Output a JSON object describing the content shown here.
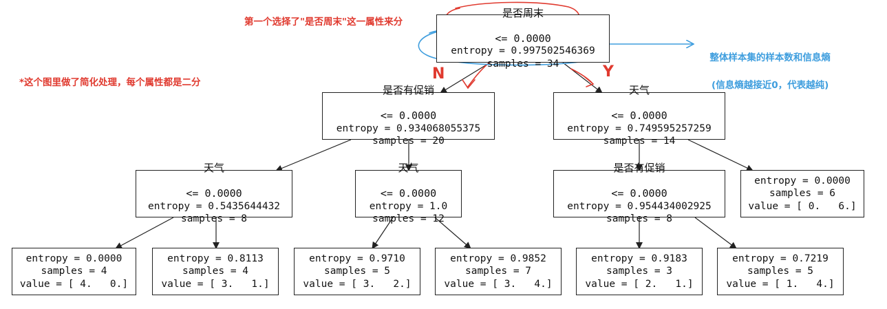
{
  "tree": {
    "root": {
      "feature": "是否周末",
      "threshold": "<= 0.0000",
      "entropy": "entropy = 0.997502546369",
      "samples": "samples = 34"
    },
    "l1_left": {
      "feature": "是否有促销",
      "threshold": "<= 0.0000",
      "entropy": "entropy = 0.934068055375",
      "samples": "samples = 20"
    },
    "l1_right": {
      "feature": "天气",
      "threshold": "<= 0.0000",
      "entropy": "entropy = 0.749595257259",
      "samples": "samples = 14"
    },
    "l2_a": {
      "feature": "天气",
      "threshold": "<= 0.0000",
      "entropy": "entropy = 0.5435644432",
      "samples": "samples = 8"
    },
    "l2_b": {
      "feature": "天气",
      "threshold": "<= 0.0000",
      "entropy": "entropy = 1.0",
      "samples": "samples = 12"
    },
    "l2_c": {
      "feature": "是否有促销",
      "threshold": "<= 0.0000",
      "entropy": "entropy = 0.954434002925",
      "samples": "samples = 8"
    },
    "l2_d": {
      "entropy": "entropy = 0.0000",
      "samples": "samples = 6",
      "value": "value = [ 0.   6.]"
    },
    "leaf1": {
      "entropy": "entropy = 0.0000",
      "samples": "samples = 4",
      "value": "value = [ 4.   0.]"
    },
    "leaf2": {
      "entropy": "entropy = 0.8113",
      "samples": "samples = 4",
      "value": "value = [ 3.   1.]"
    },
    "leaf3": {
      "entropy": "entropy = 0.9710",
      "samples": "samples = 5",
      "value": "value = [ 3.   2.]"
    },
    "leaf4": {
      "entropy": "entropy = 0.9852",
      "samples": "samples = 7",
      "value": "value = [ 3.   4.]"
    },
    "leaf5": {
      "entropy": "entropy = 0.9183",
      "samples": "samples = 3",
      "value": "value = [ 2.   1.]"
    },
    "leaf6": {
      "entropy": "entropy = 0.7219",
      "samples": "samples = 5",
      "value": "value = [ 1.   4.]"
    }
  },
  "annotations": {
    "first_split": "第一个选择了\"是否周末\"这一属性来分",
    "simplified": "*这个图里做了简化处理，每个属性都是二分",
    "entropy_line1": "整体样本集的样本数和信息熵",
    "entropy_line2": "(信息熵越接近0，代表越纯)",
    "branch_n": "N",
    "branch_y": "Y"
  },
  "colors": {
    "annotation_red": "#e03a2f",
    "annotation_blue": "#3f9ede",
    "tree_line": "#222222"
  }
}
